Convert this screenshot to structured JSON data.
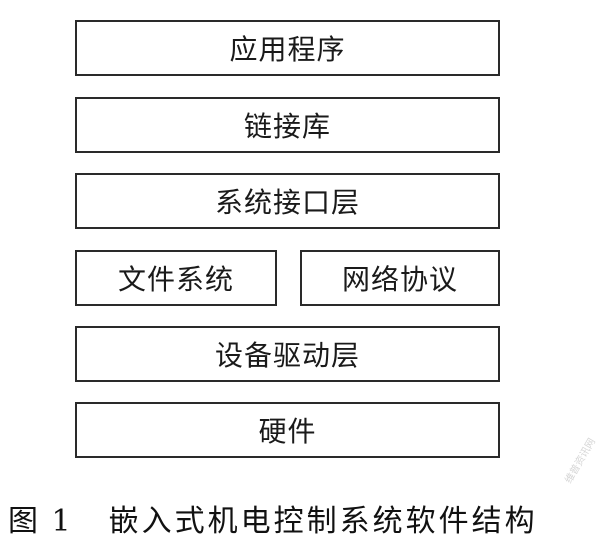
{
  "diagram": {
    "layers": [
      {
        "id": "app",
        "label": "应用程序"
      },
      {
        "id": "lib",
        "label": "链接库"
      },
      {
        "id": "sysif",
        "label": "系统接口层"
      },
      {
        "id": "fs",
        "label": "文件系统"
      },
      {
        "id": "net",
        "label": "网络协议"
      },
      {
        "id": "driver",
        "label": "设备驱动层"
      },
      {
        "id": "hw",
        "label": "硬件"
      }
    ],
    "caption": {
      "number": "图 1",
      "title": "嵌入式机电控制系统软件结构"
    },
    "watermark": "维普资讯网"
  }
}
